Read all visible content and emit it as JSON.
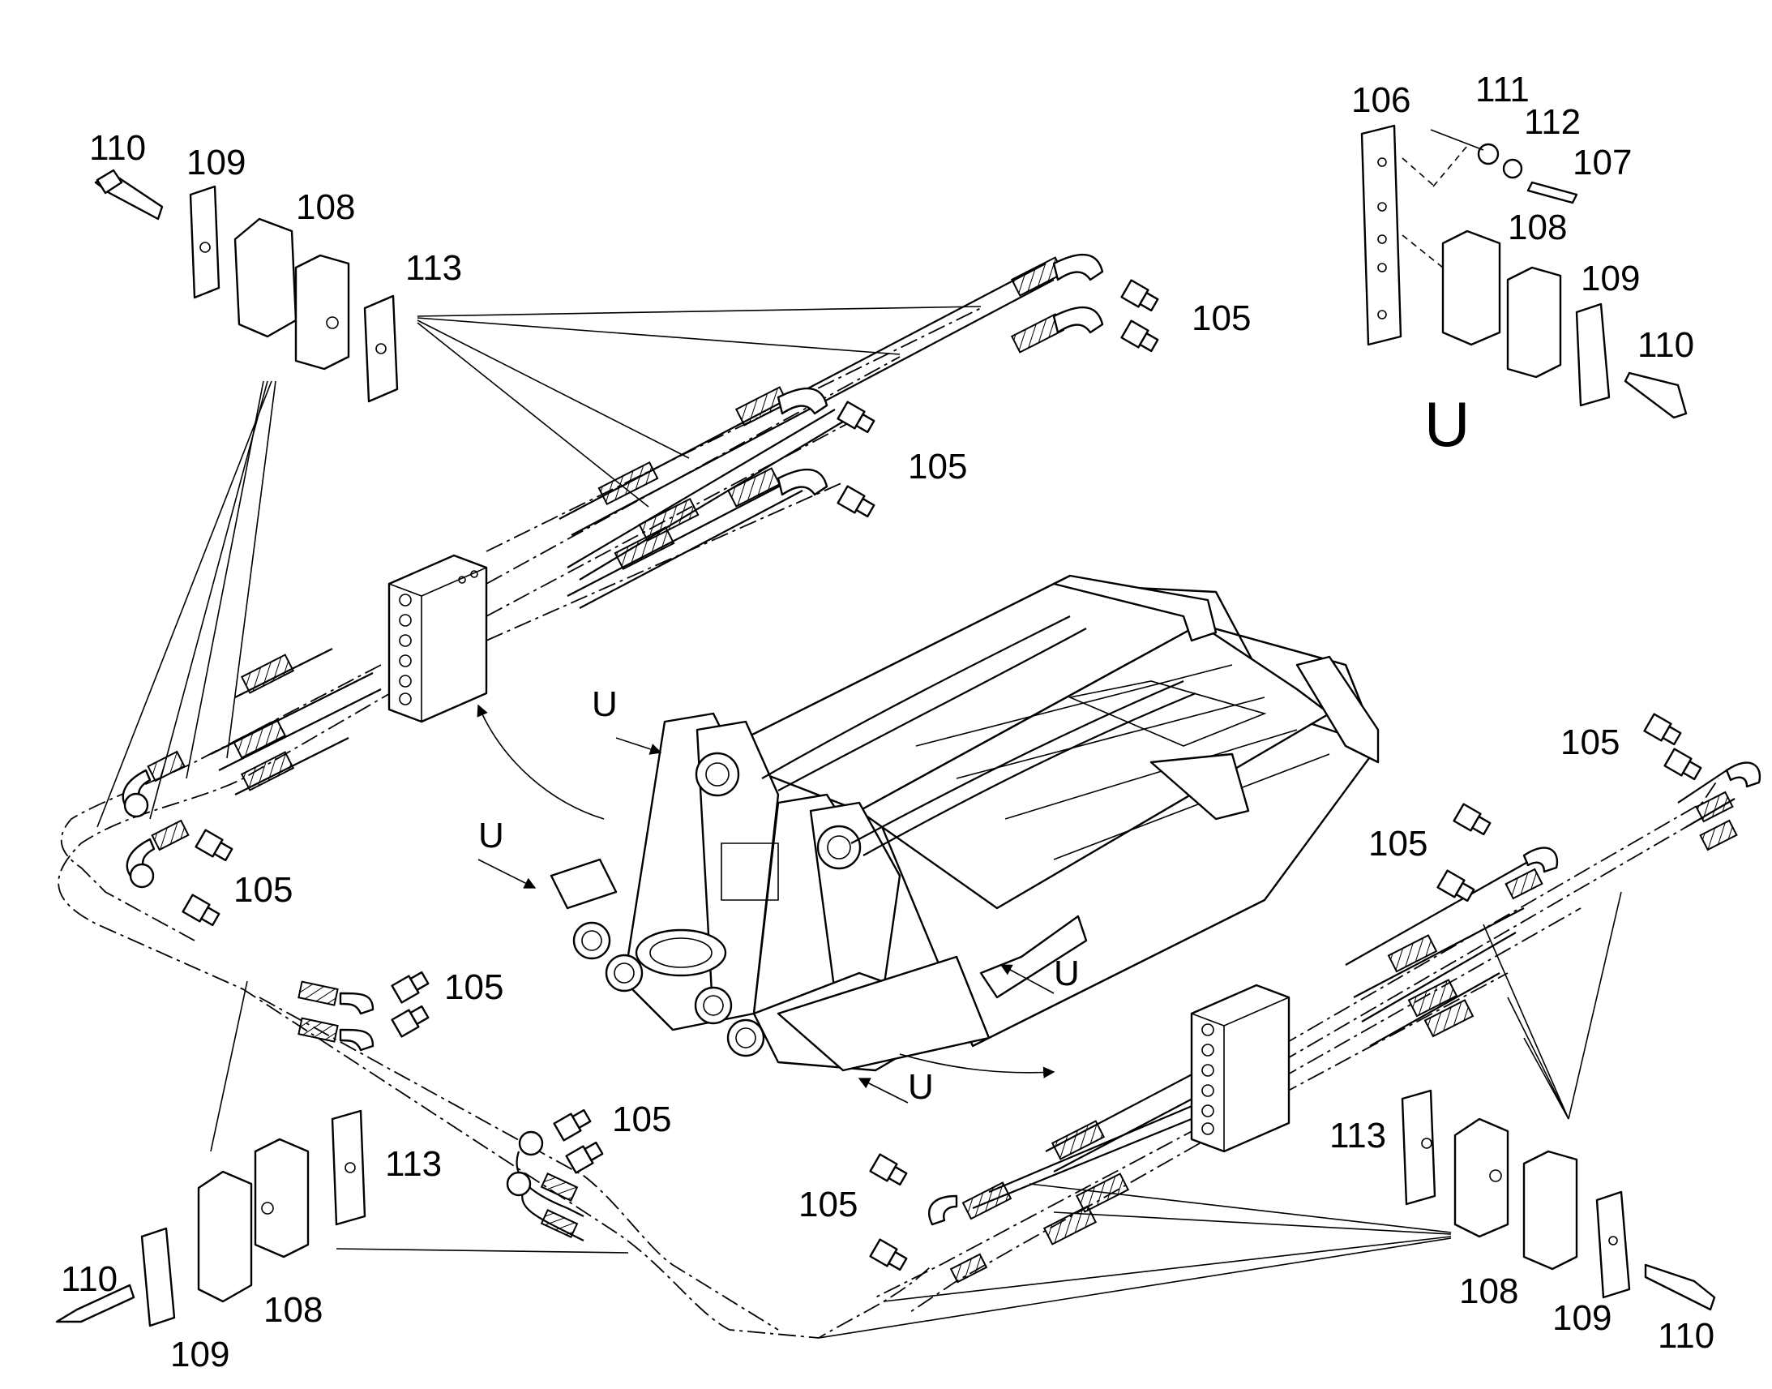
{
  "labels": {
    "p105": "105",
    "p106": "106",
    "p107": "107",
    "p108": "108",
    "p109": "109",
    "p110": "110",
    "p111": "111",
    "p112": "112",
    "p113": "113",
    "view_u": "U"
  }
}
